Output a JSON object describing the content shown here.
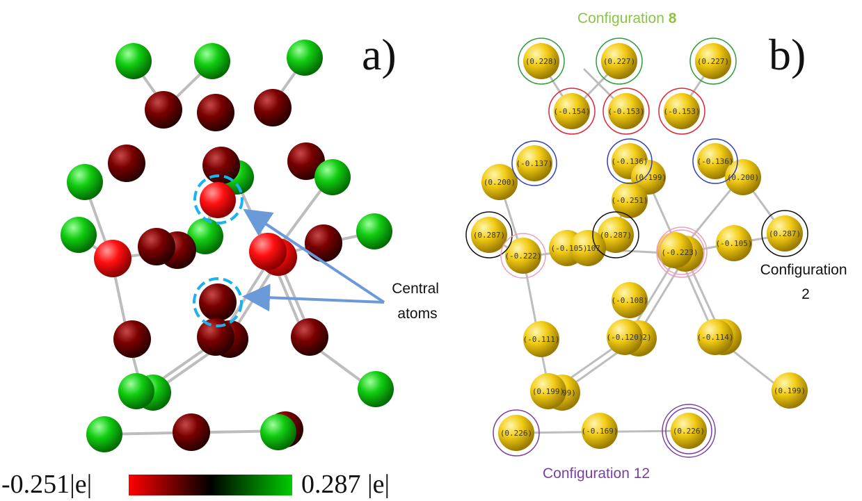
{
  "panel_a": {
    "label": "a)",
    "annotation": "Central atoms",
    "annotation_lines": [
      "Central",
      "atoms"
    ],
    "colorbar": {
      "min_label": "-0.251|e|",
      "max_label": "0.287 |e|",
      "low_color": "#ff0000",
      "mid_color": "#000000",
      "high_color": "#00cc00"
    }
  },
  "panel_b": {
    "label": "b)",
    "configurations": [
      {
        "text_prefix": "Configuration ",
        "number": "8",
        "color": "#8bc34a"
      },
      {
        "text_lines": [
          "Configuration",
          "2"
        ],
        "color": "#111111"
      },
      {
        "text": "Configuration 12",
        "color": "#7a3fa0"
      }
    ],
    "charges": [
      "(0.228)",
      "(0.227)",
      "(0.227)",
      "(-0.154)",
      "(-0.153)",
      "(-0.153)",
      "(-0.137)",
      "(-0.136)",
      "(-0.136)",
      "(0.200)",
      "(0.199)",
      "(0.200)",
      "(-0.251)",
      "(0.287)",
      "(0.287)",
      "(0.287)",
      "(-0.222)",
      "(-0.105)",
      "107",
      "(-0.223)",
      "(-0.105)",
      "(-0.108)",
      "(-0.111)",
      "(-0.120)",
      "2)",
      "(-0.114)",
      "(0.199)",
      "99)",
      "(0.199)",
      "(0.226)",
      "(-0.169)",
      "(0.226)"
    ]
  },
  "colors": {
    "atom_green": "#11cc11",
    "atom_darkred": "#8b0000",
    "atom_red": "#ff1a1a",
    "atom_yellow": "#f2cc14",
    "highlight_blue": "#1ab2f0"
  }
}
